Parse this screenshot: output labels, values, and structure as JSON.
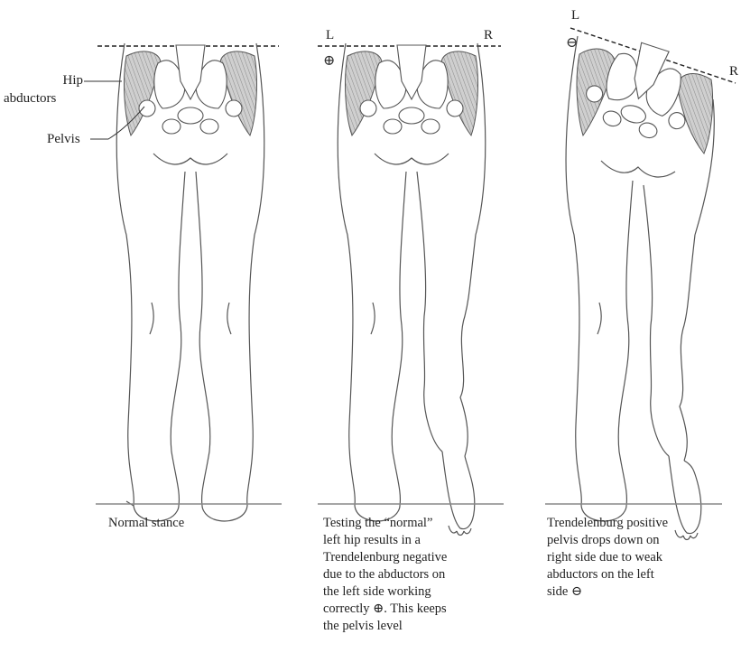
{
  "labels": {
    "hip_abductors_line1": "Hip",
    "hip_abductors_line2": "abductors",
    "pelvis": "Pelvis",
    "panel2_left": "L",
    "panel2_right": "R",
    "panel2_sign": "⊕",
    "panel3_left": "L",
    "panel3_right": "R",
    "panel3_sign": "⊖"
  },
  "captions": {
    "panel1": [
      "Normal stance"
    ],
    "panel2": [
      "Testing the “normal”",
      "left hip results in a",
      "Trendelenburg negative",
      "due to the abductors on",
      "the left side working",
      "correctly ⊕. This keeps",
      "the pelvis level"
    ],
    "panel3": [
      "Trendelenburg positive",
      "pelvis drops down on",
      "right side due to weak",
      "abductors on the left",
      "side ⊖"
    ]
  },
  "colors": {
    "outline": "#555555",
    "muscle_fill": "#bdbdbd",
    "bone_fill": "#ffffff",
    "ground": "#888888"
  }
}
